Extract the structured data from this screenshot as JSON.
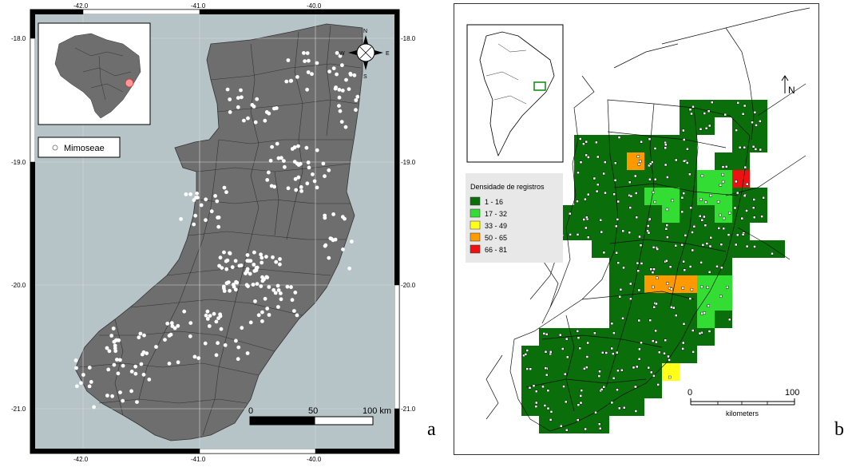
{
  "panel_a": {
    "letter": "a",
    "top_lon_labels": [
      "-42.0",
      "-41.0",
      "-40.0"
    ],
    "bottom_lon_labels": [
      "-42.0",
      "-41.0",
      "-40.0"
    ],
    "left_lat_labels": [
      "-18.0",
      "-19.0",
      "-20.0",
      "-21.0"
    ],
    "right_lat_labels": [
      "-18.0",
      "-19.0",
      "-20.0",
      "-21.0"
    ],
    "legend_label": "Mimoseae",
    "scale_labels": [
      "0",
      "50",
      "100 km"
    ],
    "compass": {
      "n": "N",
      "s": "S",
      "e": "E",
      "w": "W"
    },
    "colors": {
      "sea": "#b6c4c8",
      "land": "#6e6e6e",
      "points": "#ffffff",
      "frame": "#000000"
    }
  },
  "panel_b": {
    "letter": "b",
    "north_label": "N",
    "legend_title": "Densidade de registros",
    "legend": [
      {
        "label": "1 - 16",
        "color": "#0a6e0a"
      },
      {
        "label": "17 - 32",
        "color": "#33dd33"
      },
      {
        "label": "33 - 49",
        "color": "#ffff1a"
      },
      {
        "label": "50 - 65",
        "color": "#ff9900"
      },
      {
        "label": "66 - 81",
        "color": "#ee1111"
      }
    ],
    "scale_labels": [
      "0",
      "100"
    ],
    "scale_unit": "kilometers"
  }
}
